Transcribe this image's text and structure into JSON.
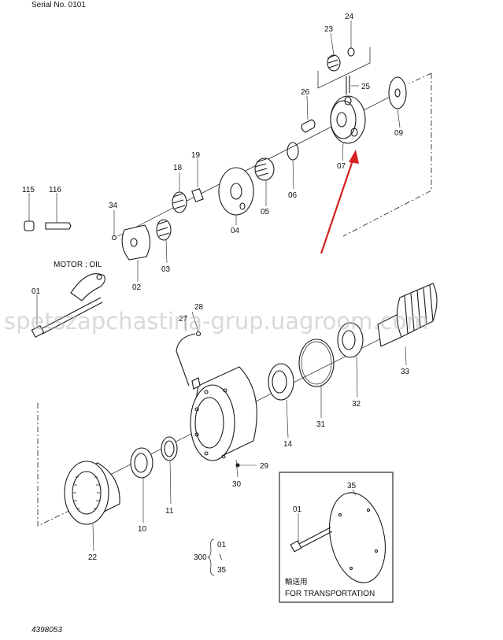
{
  "header": {
    "serial_label": "Serial No. 0101"
  },
  "parts": {
    "p01": "01",
    "p02": "02",
    "p03": "03",
    "p04": "04",
    "p05": "05",
    "p06": "06",
    "p07": "07",
    "p09": "09",
    "p10": "10",
    "p11": "11",
    "p14": "14",
    "p18": "18",
    "p19": "19",
    "p22": "22",
    "p23": "23",
    "p24": "24",
    "p25": "25",
    "p26": "26",
    "p27": "27",
    "p28": "28",
    "p29": "29",
    "p30": "30",
    "p31": "31",
    "p32": "32",
    "p33": "33",
    "p34": "34",
    "p35": "35",
    "p115": "115",
    "p116": "116"
  },
  "notes": {
    "motor_oil": "MOTOR ; OIL",
    "assembly_number": "300",
    "assembly_from": "01",
    "assembly_sep": "\\",
    "assembly_to": "35"
  },
  "transport_box": {
    "part_35": "35",
    "part_01": "01",
    "japanese": "輸送用",
    "english": "FOR  TRANSPORTATION"
  },
  "footer": {
    "drawing_number": "4398053"
  },
  "watermark": "spetszapchastina-grup.uagroom.com",
  "colors": {
    "arrow": "#d42020",
    "line": "#1a1a1a"
  }
}
